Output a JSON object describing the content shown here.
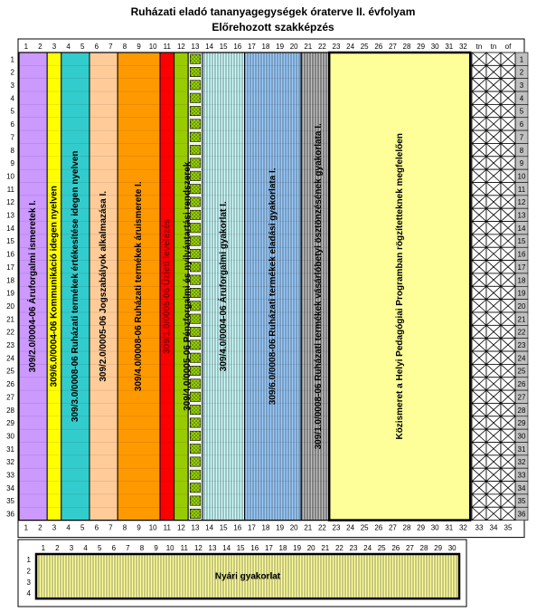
{
  "header": {
    "title": "Ruházati eladó tananyagegységek óraterve II. évfolyam",
    "subtitle": "Előrehozott szakképzés"
  },
  "top_columns": [
    "1",
    "2",
    "3",
    "4",
    "5",
    "6",
    "7",
    "8",
    "9",
    "10",
    "11",
    "12",
    "13",
    "14",
    "15",
    "16",
    "17",
    "18",
    "19",
    "20",
    "21",
    "22",
    "23",
    "24",
    "25",
    "26",
    "27",
    "28",
    "29",
    "30",
    "31",
    "32"
  ],
  "extra_columns": [
    "tn",
    "tn",
    "of"
  ],
  "bottom_columns": [
    "1",
    "2",
    "3",
    "4",
    "5",
    "6",
    "7",
    "8",
    "9",
    "10",
    "11",
    "12",
    "13",
    "14",
    "15",
    "16",
    "17",
    "18",
    "19",
    "20",
    "21",
    "22",
    "23",
    "24",
    "25",
    "26",
    "27",
    "28",
    "29",
    "30",
    "31",
    "32",
    "33",
    "34",
    "35"
  ],
  "weeks": [
    "1",
    "2",
    "3",
    "4",
    "5",
    "6",
    "7",
    "8",
    "9",
    "10",
    "11",
    "12",
    "13",
    "14",
    "15",
    "16",
    "17",
    "18",
    "19",
    "20",
    "21",
    "22",
    "23",
    "24",
    "25",
    "26",
    "27",
    "28",
    "29",
    "30",
    "31",
    "32",
    "33",
    "34",
    "35",
    "36"
  ],
  "modules": [
    {
      "label": "309/2.0/0004-06 Áruforgalmi ismeretek I.",
      "color": "#cc99ff"
    },
    {
      "label": "309/6.0/0004-06 Kommunikáció idegen nyelven",
      "color": "#ffff00"
    },
    {
      "label": "309/3.0/0008-06 Ruházati termékek értékesítése idegen nyelven",
      "color": "#33cccc"
    },
    {
      "label": "309/2.0/0005-06  Jogszabályok alkalmazása I.",
      "color": "#ffcc99"
    },
    {
      "label": "309/4.0/0008-06 Ruházati termékek áruismerete I.",
      "color": "#ff9900"
    },
    {
      "label": "309/1.0/0005-06 Üzleti levelezés",
      "color": "#ff0000"
    },
    {
      "label": "309/4.0/0005-06 Pénzforgalmi és nyilvántartási rendszerek",
      "color": "#99cc00"
    },
    {
      "label": "309/4.0/0004-06  Áruforgalmi gyakorlat I.",
      "color": "#ccffff"
    },
    {
      "label": "309/6.0/0008-06  Ruházati termékek eladási gyakorlata I.",
      "color": "#99ccff"
    },
    {
      "label": "309/1.0/0008-06  Ruházati termékek vásárlóbetyi ösztönzésének gyakorlata I.",
      "color": "#c0c0c0"
    },
    {
      "label": "Közismeret a Helyi Pedagógiai Programban rögzítetteknek megfelelően",
      "color": "#ffff99"
    }
  ],
  "summer": {
    "label": "Nyári gyakorlat",
    "columns": [
      "1",
      "2",
      "3",
      "4",
      "5",
      "6",
      "7",
      "8",
      "9",
      "10",
      "11",
      "12",
      "13",
      "14",
      "15",
      "16",
      "17",
      "18",
      "19",
      "20",
      "21",
      "22",
      "23",
      "24",
      "25",
      "26",
      "27",
      "28",
      "29",
      "30"
    ],
    "rows": [
      "1",
      "2",
      "3",
      "4"
    ],
    "color": "#ffff99"
  }
}
